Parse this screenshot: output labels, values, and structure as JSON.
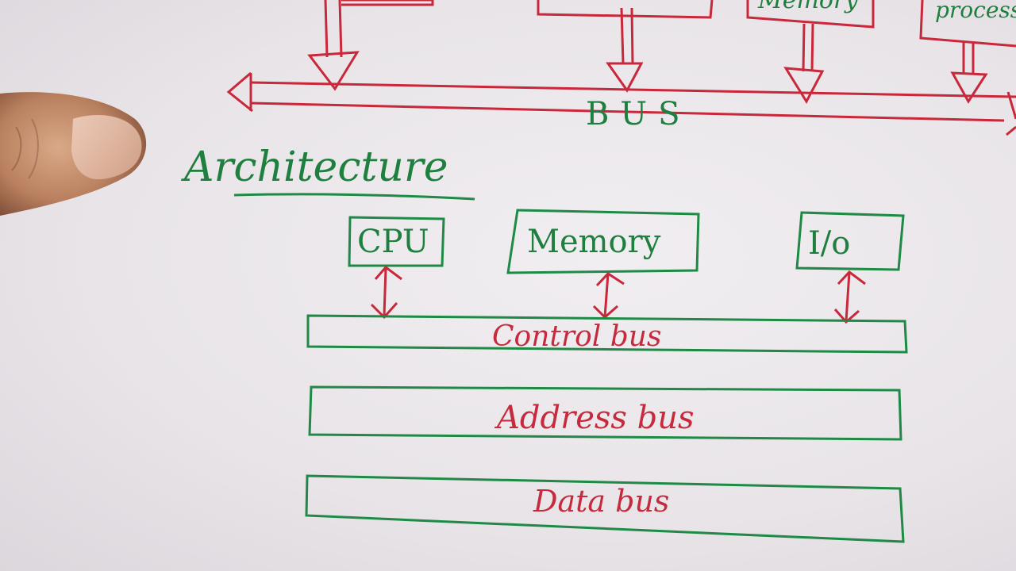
{
  "top_diagram": {
    "bus_label": "BUS",
    "memory_label": "Memory",
    "processor_label": "processo"
  },
  "architecture": {
    "title": "Architecture",
    "components": {
      "cpu": "CPU",
      "memory": "Memory",
      "io": "I/o"
    },
    "buses": {
      "control": "Control bus",
      "address": "Address bus",
      "data": "Data bus"
    }
  },
  "colors": {
    "green_ink": "#1e8a45",
    "red_ink": "#c8283a",
    "paper": "#ece8ec"
  }
}
